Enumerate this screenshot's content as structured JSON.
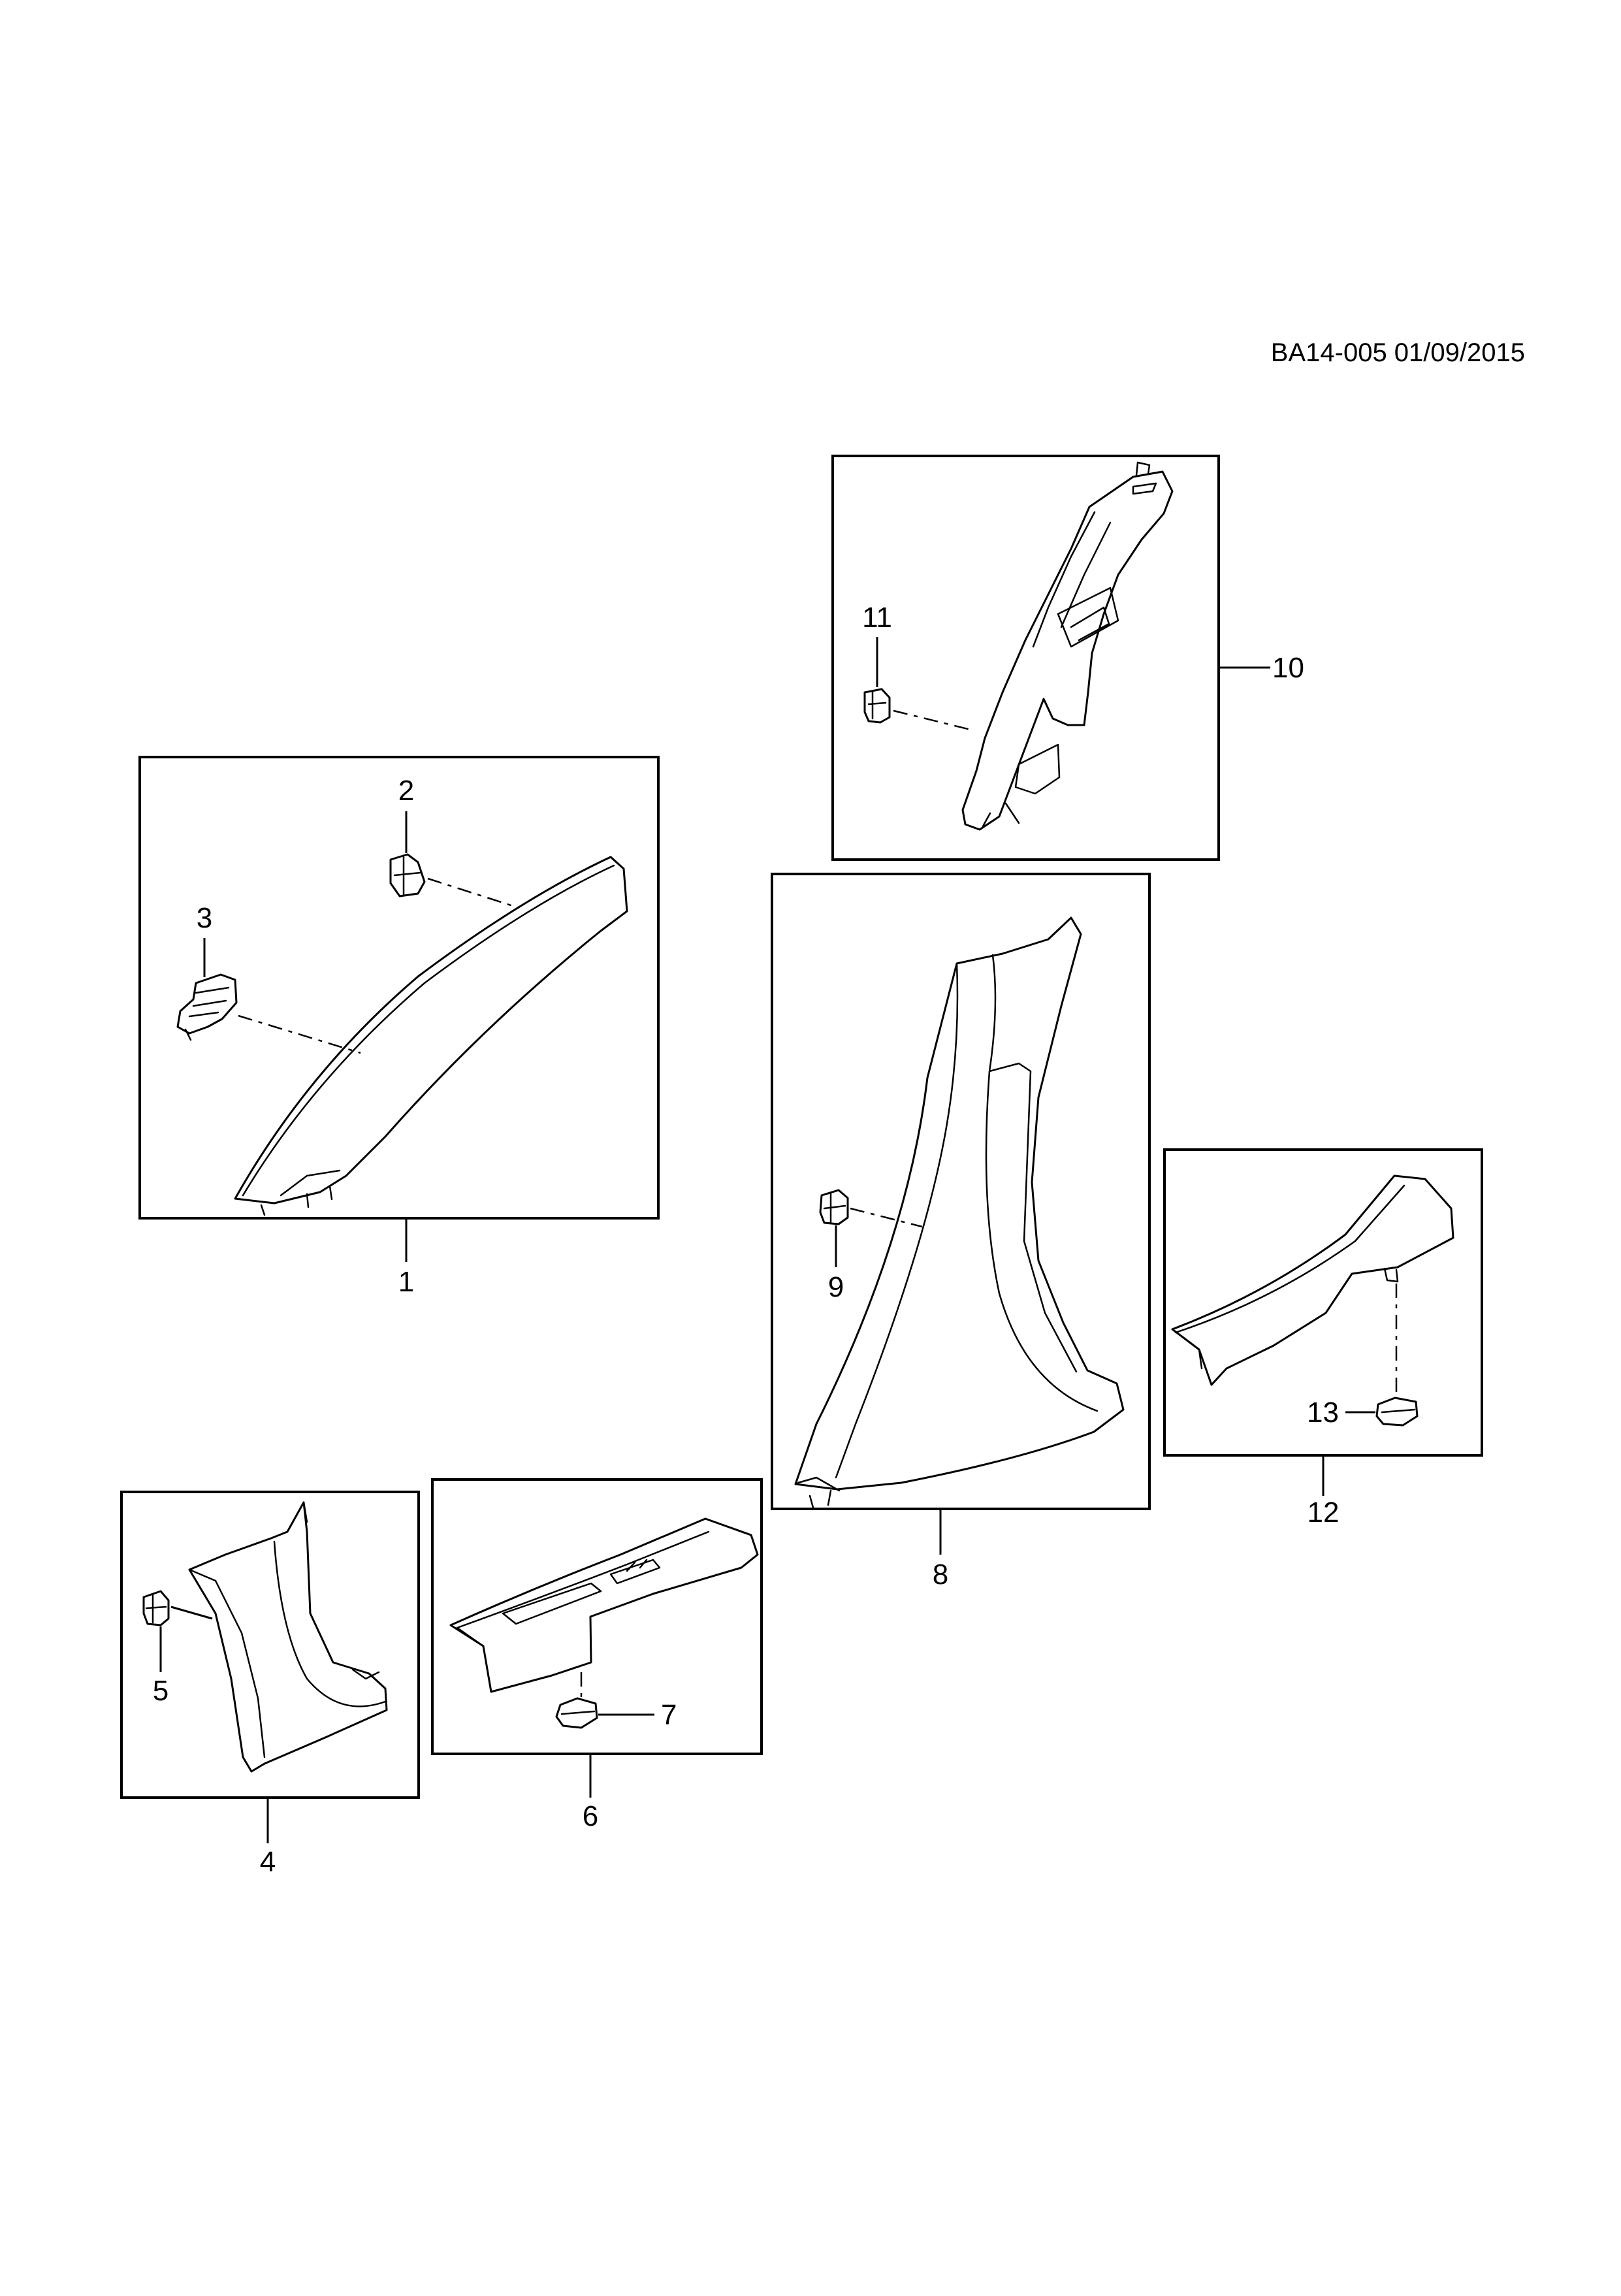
{
  "reference": "BA14-005 01/09/2015",
  "callouts": {
    "c1": "1",
    "c2": "2",
    "c3": "3",
    "c4": "4",
    "c5": "5",
    "c6": "6",
    "c7": "7",
    "c8": "8",
    "c9": "9",
    "c10": "10",
    "c11": "11",
    "c12": "12",
    "c13": "13"
  }
}
